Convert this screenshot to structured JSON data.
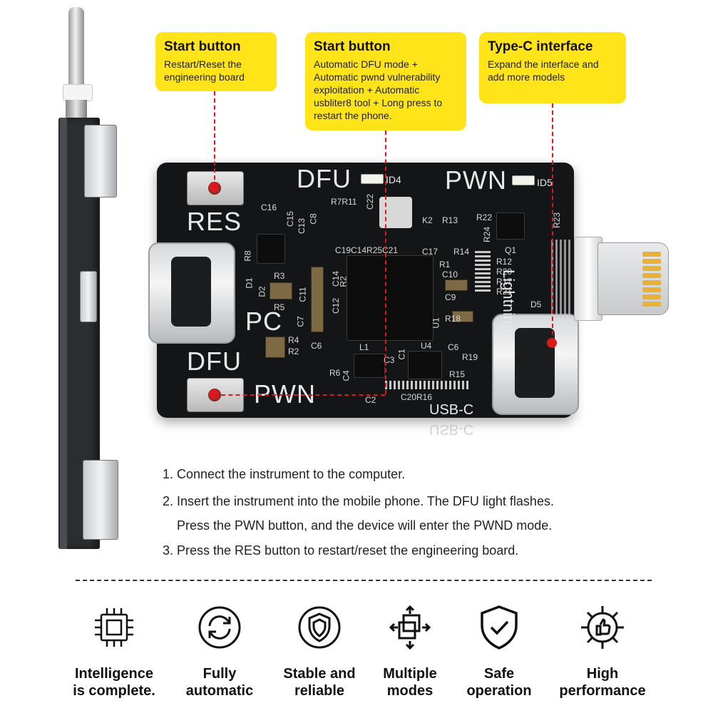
{
  "callouts": [
    {
      "title": "Start button",
      "text": "Restart/Reset the\nengineering board"
    },
    {
      "title": "Start button",
      "text": "Automatic DFU mode +\nAutomatic pwnd vulnerability\nexploitation + Automatic\nusbliter8 tool + Long press to\nrestart the phone."
    },
    {
      "title": "Type-C interface",
      "text": "Expand the interface and\nadd more models"
    }
  ],
  "board": {
    "res": "RES",
    "dfu_top": "DFU",
    "pwn_top": "PWN",
    "pc": "PC",
    "dfu_bottom": "DFU",
    "pwn_bottom": "PWN",
    "usbc": "USB-C",
    "lightning": "Lightning",
    "id4": "ID4",
    "id5": "ID5",
    "usbc_reflection": "USB-C"
  },
  "silkscreen": {
    "c16": "C16",
    "c15": "C15",
    "c13": "C13",
    "c8": "C8",
    "r7r11": "R7R11",
    "c22": "C22",
    "k2": "K2",
    "r13": "R13",
    "r22": "R22",
    "r23": "R23",
    "r24": "R24",
    "c19": "C19C14R25C21",
    "c17": "C17",
    "r14": "R14",
    "q1": "Q1",
    "r1": "R1",
    "r12": "R12",
    "r20": "R20",
    "c10": "C10",
    "r17": "R17",
    "r21": "R21",
    "c9": "C9",
    "d5": "D5",
    "r8": "R8",
    "d1": "D1",
    "r3": "R3",
    "d2": "D2",
    "r5": "R5",
    "c11": "C11",
    "c12": "C12",
    "c14b": "C14",
    "r2": "R2",
    "c7": "C7",
    "c6": "C6",
    "r4": "R4",
    "r2b": "R2",
    "r18": "R18",
    "u1": "U1",
    "c6b": "C6",
    "l1": "L1",
    "u4": "U4",
    "r19": "R19",
    "c3": "C3",
    "c1": "C1",
    "r6": "R6",
    "c4": "C4",
    "r15": "R15",
    "c2": "C2",
    "c20r16": "C20R16"
  },
  "steps": [
    "1. Connect the instrument to the computer.",
    "2. Insert the instrument into the mobile phone. The DFU light flashes.",
    "Press the PWN button, and the device will enter the PWND mode.",
    "3. Press the RES button to restart/reset the engineering board."
  ],
  "features": [
    {
      "icon": "chip-icon",
      "label": "Intelligence\nis complete."
    },
    {
      "icon": "sync-icon",
      "label": "Fully\nautomatic"
    },
    {
      "icon": "shield-icon",
      "label": "Stable and\nreliable"
    },
    {
      "icon": "multi-mode-icon",
      "label": "Multiple\nmodes"
    },
    {
      "icon": "check-shield-icon",
      "label": "Safe\noperation"
    },
    {
      "icon": "gear-thumb-icon",
      "label": "High\nperformance"
    }
  ],
  "colors": {
    "callout": "#ffe41a",
    "dash": "#d9191c",
    "board": "#141517"
  }
}
